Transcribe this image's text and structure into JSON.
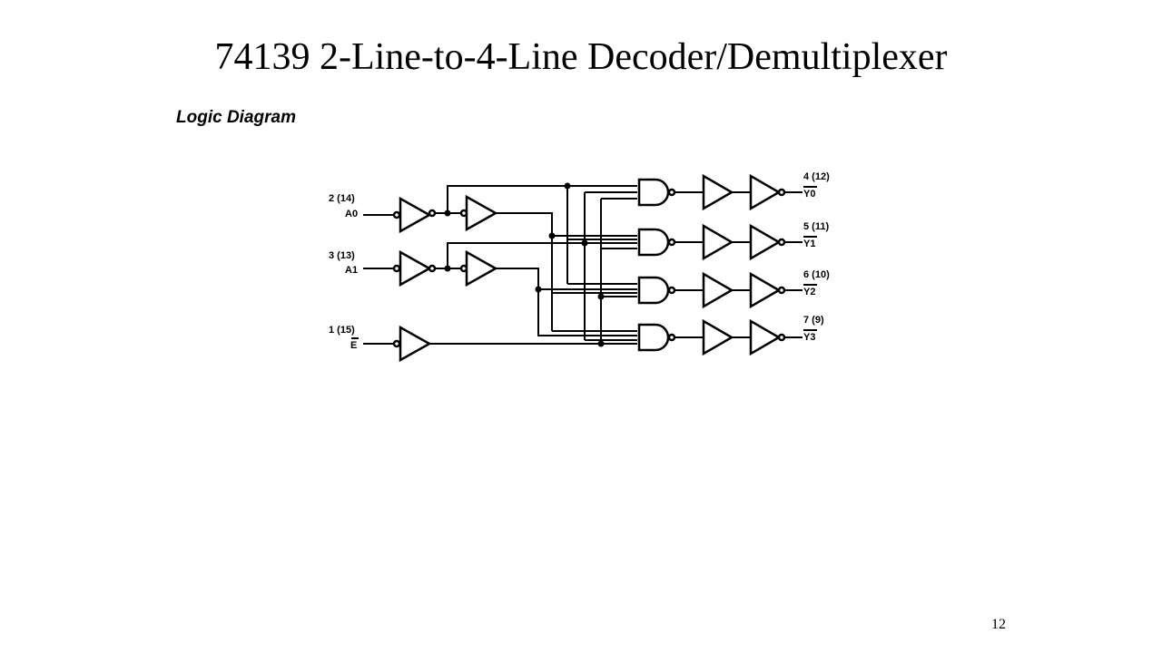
{
  "slide": {
    "title": "74139 2-Line-to-4-Line Decoder/Demultiplexer",
    "page_number": "12"
  },
  "diagram": {
    "heading": "Logic Diagram",
    "inputs": [
      {
        "pin": "2 (14)",
        "name": "A0"
      },
      {
        "pin": "3 (13)",
        "name": "A1"
      },
      {
        "pin": "1 (15)",
        "name": "E"
      }
    ],
    "outputs": [
      {
        "pin": "4 (12)",
        "name": "Y0"
      },
      {
        "pin": "5 (11)",
        "name": "Y1"
      },
      {
        "pin": "6 (10)",
        "name": "Y2"
      },
      {
        "pin": "7 (9)",
        "name": "Y3"
      }
    ]
  }
}
